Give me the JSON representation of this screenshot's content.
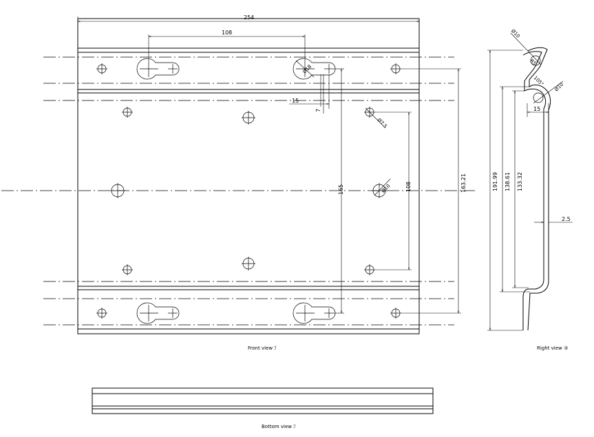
{
  "views": {
    "front": "Front view  ℐ",
    "right": "Right view  ③",
    "bottom": "Bottom view  ℐ"
  },
  "front_dims": {
    "overall_width": "254",
    "slot_spacing": "108",
    "slot_offset": "15",
    "slot_width": "7",
    "hole_small_dia": "Ø7.5",
    "hole_center_dia": "Ø10",
    "slot_head_dia": "Ø18",
    "vert_165": "165",
    "vert_108": "108",
    "vert_163": "163.21"
  },
  "right_dims": {
    "top_dia": "Ø10",
    "top_r": "R5",
    "angle": "105°",
    "mid_dia": "Ø10",
    "depth_15": "15",
    "thickness": "2.5",
    "h_191": "191.99",
    "h_138": "138.61",
    "h_133": "133.32"
  }
}
